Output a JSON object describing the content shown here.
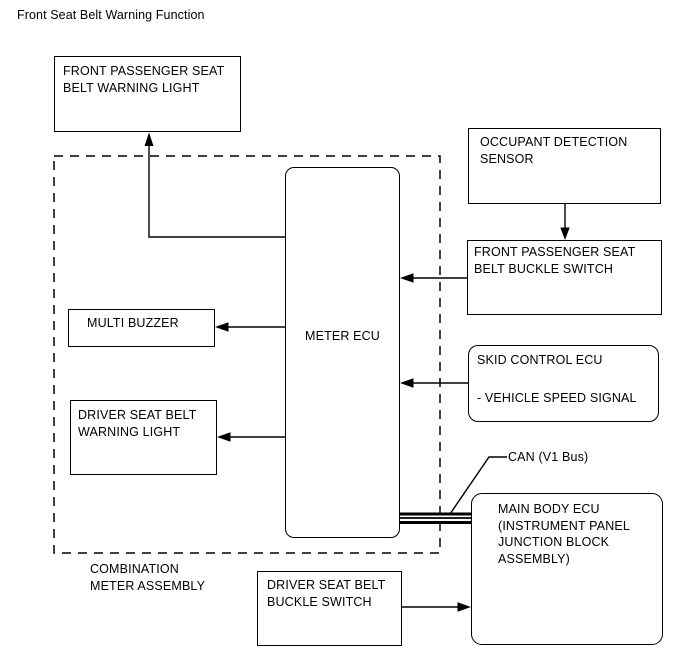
{
  "title": "Front Seat Belt Warning Function",
  "colors": {
    "line": "#000000",
    "background": "#ffffff",
    "text": "#000000"
  },
  "nodes": {
    "fp_warning_light": {
      "label": "FRONT PASSENGER SEAT\nBELT WARNING LIGHT"
    },
    "occupant_sensor": {
      "label": "OCCUPANT DETECTION\nSENSOR"
    },
    "fp_buckle_switch": {
      "label": "FRONT PASSENGER SEAT\nBELT BUCKLE SWITCH"
    },
    "skid_control_ecu": {
      "label": "SKID CONTROL ECU",
      "signal": "- VEHICLE SPEED SIGNAL"
    },
    "meter_ecu": {
      "label": "METER ECU"
    },
    "multi_buzzer": {
      "label": "MULTI BUZZER"
    },
    "driver_warning_light": {
      "label": "DRIVER SEAT BELT\nWARNING LIGHT"
    },
    "driver_buckle_switch": {
      "label": "DRIVER SEAT BELT\nBUCKLE SWITCH"
    },
    "main_body_ecu": {
      "label": "MAIN BODY ECU\n(INSTRUMENT PANEL\nJUNCTION BLOCK\nASSEMBLY)"
    }
  },
  "labels": {
    "combination_meter_assembly": "COMBINATION\nMETER ASSEMBLY",
    "can_bus": "CAN (V1 Bus)"
  },
  "connections": [
    {
      "from": "METER ECU",
      "to": "FRONT PASSENGER SEAT BELT WARNING LIGHT",
      "type": "arrow"
    },
    {
      "from": "METER ECU",
      "to": "MULTI BUZZER",
      "type": "arrow"
    },
    {
      "from": "METER ECU",
      "to": "DRIVER SEAT BELT WARNING LIGHT",
      "type": "arrow"
    },
    {
      "from": "OCCUPANT DETECTION SENSOR",
      "to": "FRONT PASSENGER SEAT BELT BUCKLE SWITCH",
      "type": "arrow"
    },
    {
      "from": "FRONT PASSENGER SEAT BELT BUCKLE SWITCH",
      "to": "METER ECU",
      "type": "arrow"
    },
    {
      "from": "SKID CONTROL ECU",
      "to": "METER ECU",
      "type": "arrow"
    },
    {
      "from": "METER ECU",
      "to": "MAIN BODY ECU",
      "type": "can-bus-triple-line"
    },
    {
      "from": "DRIVER SEAT BELT BUCKLE SWITCH",
      "to": "MAIN BODY ECU",
      "type": "arrow"
    }
  ]
}
